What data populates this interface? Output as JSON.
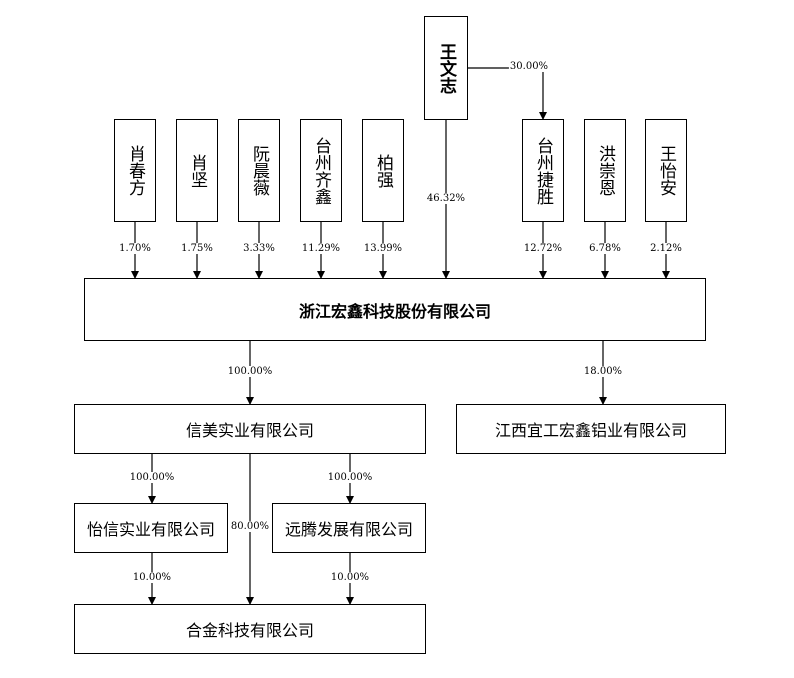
{
  "shareholders": {
    "xiao_chunfang": "肖春方",
    "xiao_jian": "肖坚",
    "ruan_chenwei": "阮晨薇",
    "taizhou_qixin": "台州齐鑫",
    "bai_qiang": "柏强",
    "wang_wenzhi": "王文志",
    "taizhou_jiesheng": "台州捷胜",
    "hong_chongen": "洪崇恩",
    "wang_yian": "王怡安"
  },
  "companies": {
    "zhejiang_hongxin": "浙江宏鑫科技股份有限公司",
    "xinmei": "信美实业有限公司",
    "jiangxi_yigong": "江西宜工宏鑫铝业有限公司",
    "yixin": "怡信实业有限公司",
    "yuanteng": "远腾发展有限公司",
    "hejin": "合金科技有限公司"
  },
  "percentages": {
    "xiao_chunfang": "1.70%",
    "xiao_jian": "1.75%",
    "ruan_chenwei": "3.33%",
    "taizhou_qixin": "11.29%",
    "bai_qiang": "13.99%",
    "wang_wenzhi": "46.32%",
    "wang_to_jiesheng": "30.00%",
    "taizhou_jiesheng": "12.72%",
    "hong_chongen": "6.78%",
    "wang_yian": "2.12%",
    "to_xinmei": "100.00%",
    "to_jiangxi": "18.00%",
    "xinmei_to_yixin": "100.00%",
    "xinmei_to_yuanteng": "100.00%",
    "xinmei_to_hejin": "80.00%",
    "yixin_to_hejin": "10.00%",
    "yuanteng_to_hejin": "10.00%"
  }
}
